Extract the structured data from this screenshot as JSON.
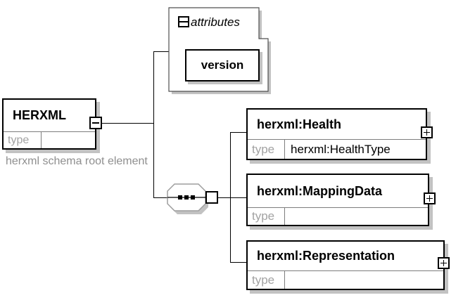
{
  "root": {
    "name": "HERXML",
    "type_label": "type",
    "type_value": "",
    "caption": "herxml schema root element"
  },
  "attributes_group": {
    "label": "attributes",
    "attributes": [
      {
        "name": "version"
      }
    ]
  },
  "sequence_compositor": {
    "symbol": "sequence"
  },
  "children": [
    {
      "name": "herxml:Health",
      "type_label": "type",
      "type_value": "herxml:HealthType"
    },
    {
      "name": "herxml:MappingData",
      "type_label": "type",
      "type_value": ""
    },
    {
      "name": "herxml:Representation",
      "type_label": "type",
      "type_value": ""
    }
  ],
  "colors": {
    "background": "#ffffff",
    "box_border": "#000000",
    "shadow": "#c2c2c2",
    "muted_text": "#a3a3a3",
    "caption_text": "#8f8f8f",
    "octagon_border": "#9e9e9e",
    "row_divider": "#7d7d7d"
  }
}
